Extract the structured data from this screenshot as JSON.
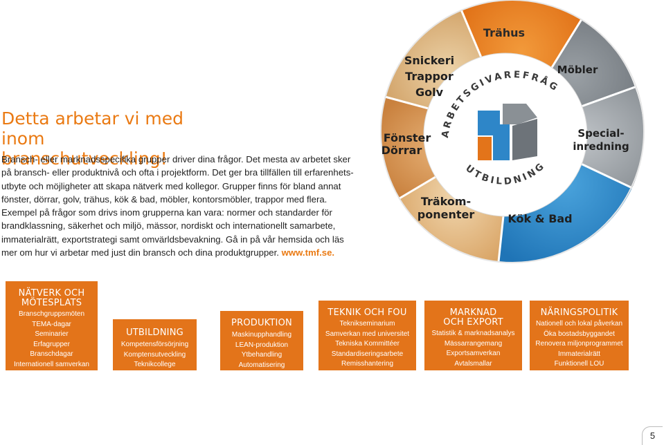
{
  "heading": {
    "line1": "Detta arbetar vi med",
    "line2": "inom branschutveckling!"
  },
  "body": {
    "lines": [
      "Bransch- eller marknadsspecifika grupper driver dina frågor. Det mesta av arbetet sker",
      "på bransch- eller produktnivå och ofta i projektform. Det ger bra tillfällen till erfarenhets-",
      "utbyte och möjligheter att skapa nätverk med kollegor. Grupper finns för bland annat",
      "fönster, dörrar, golv, trähus, kök & bad, möbler, kontorsmöbler, trappor med flera.",
      "Exempel på frågor som drivs inom grupperna kan vara: normer och standarder för",
      "brandklassning, säkerhet och miljö, mässor, nordiskt och internationellt samarbete,",
      "immaterialrätt, exportstrategi samt omvärldsbevakning. Gå in på vår hemsida och läs",
      "mer om hur vi arbetar med just din bransch och dina produktgrupper."
    ],
    "link": "www.tmf.se."
  },
  "wheel": {
    "segments": {
      "trahus": "Trähus",
      "mobler": "Möbler",
      "special_1": "Special-",
      "special_2": "inredning",
      "kok_bad": "Kök & Bad",
      "trakomp_1": "Träkom-",
      "trakomp_2": "ponenter",
      "fonster_1": "Fönster",
      "fonster_2": "Dörrar",
      "snickeri_1": "Snickeri",
      "snickeri_2": "Trappor",
      "snickeri_3": "Golv"
    },
    "ring_top": "ARBETSGIVAREFRÅGOR",
    "ring_bottom": "UTBILDNING",
    "colors": {
      "orange": "#e3741a",
      "blue": "#2e86c8",
      "grey": "#6d7379",
      "wood_light": "#e8c79a",
      "wood_dark": "#d99a55"
    }
  },
  "boxes": [
    {
      "title_1": "NÄTVERK OCH",
      "title_2": "MÖTESPLATS",
      "items": [
        "Branschgruppsmöten",
        "TEMA-dagar",
        "Seminarier",
        "Erfagrupper",
        "Branschdagar",
        "Internationell samverkan"
      ]
    },
    {
      "title_1": "UTBILDNING",
      "items": [
        "Kompetensförsörjning",
        "Komptensutveckling",
        "Teknikcollege"
      ]
    },
    {
      "title_1": "PRODUKTION",
      "items": [
        "Maskinupphandling",
        "LEAN-produktion",
        "Ytbehandling",
        "Automatisering"
      ]
    },
    {
      "title_1": "TEKNIK OCH FOU",
      "items": [
        "Teknikseminarium",
        "Samverkan med universitet",
        "Tekniska Kommittéer",
        "Standardiseringsarbete",
        "Remisshantering"
      ]
    },
    {
      "title_1": "MARKNAD",
      "title_2": "OCH EXPORT",
      "items": [
        "Statistik & marknadsanalys",
        "Mässarrangemang",
        "Exportsamverkan",
        "Avtalsmallar"
      ]
    },
    {
      "title_1": "NÄRINGSPOLITIK",
      "items": [
        "Nationell och lokal påverkan",
        "Öka bostadsbyggandet",
        "Renovera miljonprogrammet",
        "Immaterialrätt",
        "Funktionell LOU"
      ]
    }
  ],
  "page_number": "5"
}
